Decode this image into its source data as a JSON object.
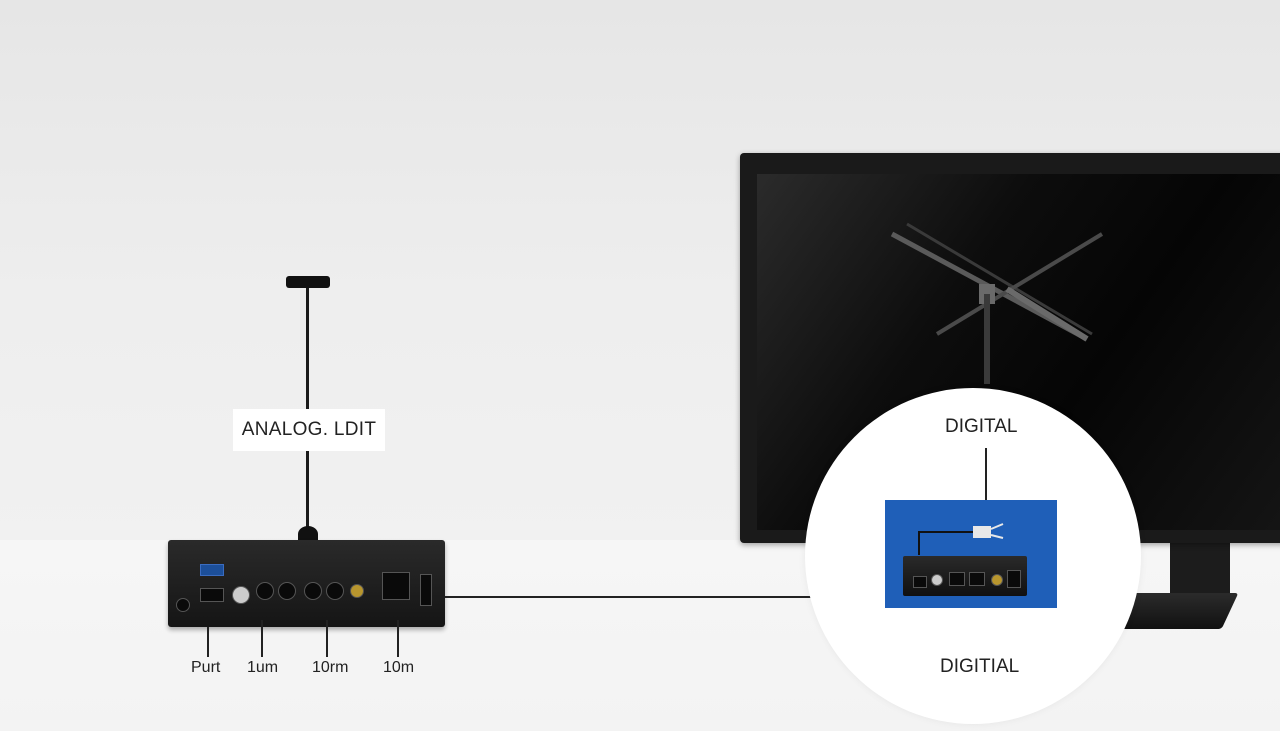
{
  "labels": {
    "analog": "ANALOG. LDIT",
    "digital_top": "DIGITAL",
    "digital_bottom": "DIGITIAL"
  },
  "callouts": [
    "Purt",
    "1um",
    "10rm",
    "10m"
  ],
  "colors": {
    "background": "#ececec",
    "device": "#1a1a1a",
    "panel_blue": "#1f5fb8",
    "circle": "#ffffff"
  },
  "icons": [
    "antenna-icon",
    "tv-icon",
    "set-top-box-icon",
    "plug-icon"
  ]
}
